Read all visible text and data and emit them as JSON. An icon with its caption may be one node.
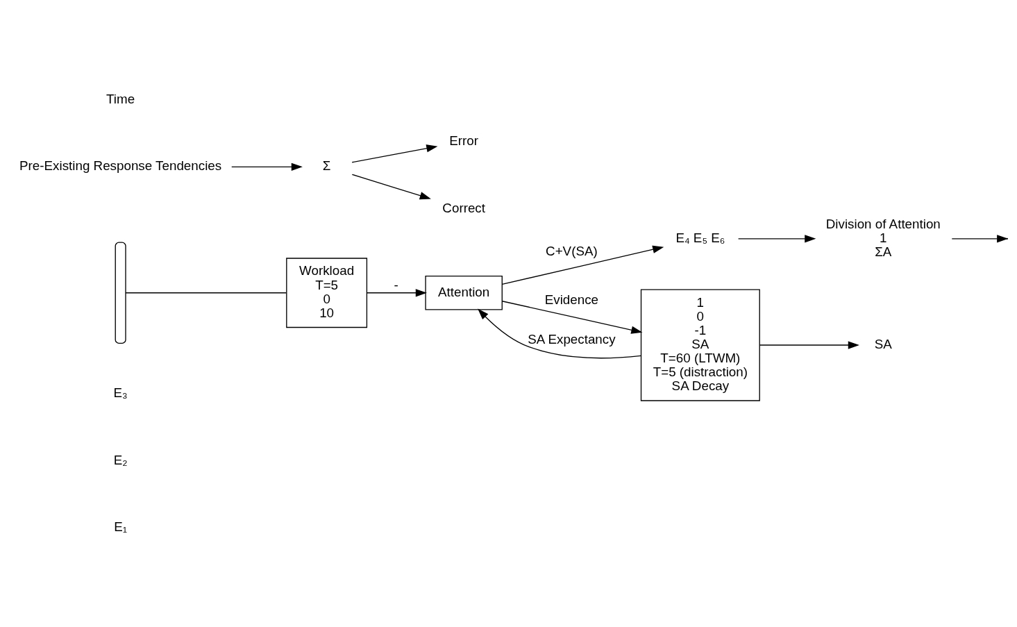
{
  "diagram": {
    "nodes": [
      {
        "text": [
          "E₁"
        ]
      },
      {
        "text": [
          "E₂"
        ]
      },
      {
        "text": [
          "E₃"
        ]
      },
      {
        "text": [
          "E₄ E₅ E₆"
        ]
      },
      {
        "text": [],
        "shape": "brace"
      },
      {
        "text": [
          "Workload",
          "T=5",
          "0",
          "10"
        ]
      },
      {
        "text": [
          "Attention"
        ]
      },
      {
        "text": [
          "Division of Attention",
          "1",
          "ΣA"
        ]
      },
      {
        "text": [
          "1",
          "0",
          "-1",
          "SA",
          "T=60 (LTWM)",
          "T=5 (distraction)",
          "SA Decay"
        ]
      },
      {
        "text": [
          "SA"
        ]
      },
      {
        "text": [
          "Pre-Existing Response Tendencies"
        ]
      },
      {
        "text": [
          "Σ"
        ]
      },
      {
        "text": [
          "Error"
        ]
      },
      {
        "text": [
          "Correct"
        ]
      }
    ],
    "edges": [
      {
        "from": 4,
        "to": 5,
        "arrow": "none"
      },
      {
        "from": 5,
        "to": 6,
        "arrow": "to",
        "label": "-"
      },
      {
        "from": 6,
        "to": 3,
        "arrow": "to",
        "label": "C+V(SA)"
      },
      {
        "from": 7,
        "to": null,
        "arrow": "to"
      },
      {
        "from": 3,
        "to": 7,
        "arrow": "to"
      },
      {
        "from": 6,
        "to": 8,
        "arrow": "to",
        "label": "Evidence"
      },
      {
        "from": 8,
        "to": 6,
        "arrow": "to",
        "label": "SA Expectancy"
      },
      {
        "from": 8,
        "to": 9,
        "arrow": "to"
      },
      {
        "from": 10,
        "to": 11,
        "arrow": "to"
      },
      {
        "from": 11,
        "to": 12,
        "arrow": "to"
      },
      {
        "from": 11,
        "to": 13,
        "arrow": "to"
      }
    ],
    "labels": [
      "Time"
    ]
  }
}
